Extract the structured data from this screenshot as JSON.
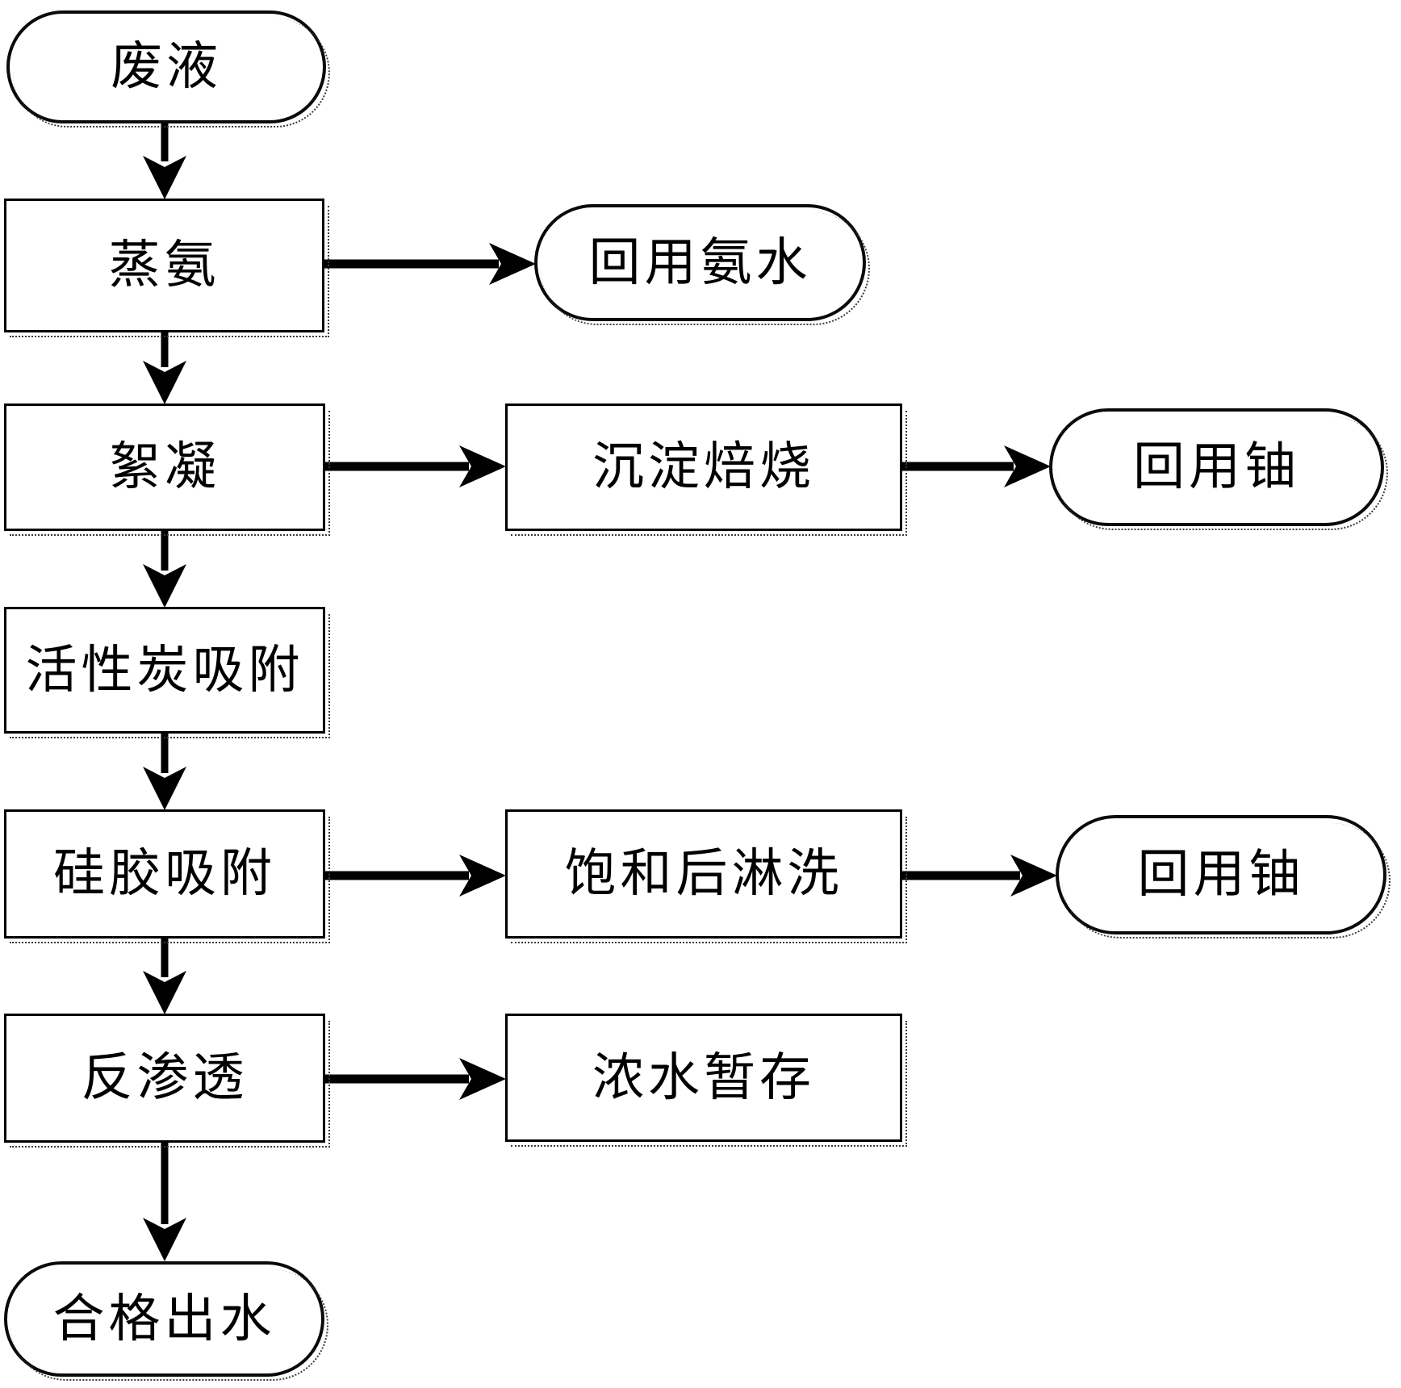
{
  "diagram": {
    "type": "flowchart",
    "background_color": "#ffffff",
    "line_color": "#000000",
    "node_fill": "#ffffff",
    "nodes": [
      {
        "id": "waste-liquid",
        "label": "废液",
        "shape": "stadium",
        "role": "start"
      },
      {
        "id": "ammonia-distillation",
        "label": "蒸氨",
        "shape": "rect",
        "role": "process"
      },
      {
        "id": "reuse-ammonia-water",
        "label": "回用氨水",
        "shape": "stadium",
        "role": "output"
      },
      {
        "id": "flocculation",
        "label": "絮凝",
        "shape": "rect",
        "role": "process"
      },
      {
        "id": "precipitate-roasting",
        "label": "沉淀焙烧",
        "shape": "rect",
        "role": "process"
      },
      {
        "id": "reuse-uranium-1",
        "label": "回用铀",
        "shape": "stadium",
        "role": "output"
      },
      {
        "id": "activated-carbon-adsorption",
        "label": "活性炭吸附",
        "shape": "rect",
        "role": "process"
      },
      {
        "id": "silica-gel-adsorption",
        "label": "硅胶吸附",
        "shape": "rect",
        "role": "process"
      },
      {
        "id": "rinse-after-saturation",
        "label": "饱和后淋洗",
        "shape": "rect",
        "role": "process"
      },
      {
        "id": "reuse-uranium-2",
        "label": "回用铀",
        "shape": "stadium",
        "role": "output"
      },
      {
        "id": "reverse-osmosis",
        "label": "反渗透",
        "shape": "rect",
        "role": "process"
      },
      {
        "id": "concentrate-water-storage",
        "label": "浓水暂存",
        "shape": "rect",
        "role": "process"
      },
      {
        "id": "qualified-effluent",
        "label": "合格出水",
        "shape": "stadium",
        "role": "end"
      }
    ],
    "edges": [
      {
        "from": "waste-liquid",
        "to": "ammonia-distillation",
        "direction": "down"
      },
      {
        "from": "ammonia-distillation",
        "to": "reuse-ammonia-water",
        "direction": "right"
      },
      {
        "from": "ammonia-distillation",
        "to": "flocculation",
        "direction": "down"
      },
      {
        "from": "flocculation",
        "to": "precipitate-roasting",
        "direction": "right"
      },
      {
        "from": "precipitate-roasting",
        "to": "reuse-uranium-1",
        "direction": "right"
      },
      {
        "from": "flocculation",
        "to": "activated-carbon-adsorption",
        "direction": "down"
      },
      {
        "from": "activated-carbon-adsorption",
        "to": "silica-gel-adsorption",
        "direction": "down"
      },
      {
        "from": "silica-gel-adsorption",
        "to": "rinse-after-saturation",
        "direction": "right"
      },
      {
        "from": "rinse-after-saturation",
        "to": "reuse-uranium-2",
        "direction": "right"
      },
      {
        "from": "silica-gel-adsorption",
        "to": "reverse-osmosis",
        "direction": "down"
      },
      {
        "from": "reverse-osmosis",
        "to": "concentrate-water-storage",
        "direction": "right"
      },
      {
        "from": "reverse-osmosis",
        "to": "qualified-effluent",
        "direction": "down"
      }
    ]
  }
}
